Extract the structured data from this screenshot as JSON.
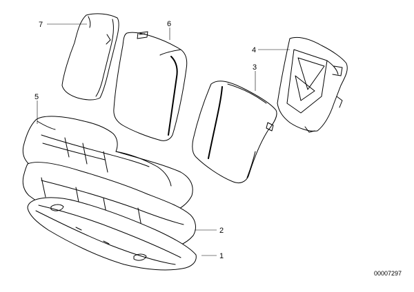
{
  "diagram": {
    "callouts": [
      {
        "id": "callout-1",
        "label": "1"
      },
      {
        "id": "callout-2",
        "label": "2"
      },
      {
        "id": "callout-3",
        "label": "3"
      },
      {
        "id": "callout-4",
        "label": "4"
      },
      {
        "id": "callout-5",
        "label": "5"
      },
      {
        "id": "callout-6",
        "label": "6"
      },
      {
        "id": "callout-7",
        "label": "7"
      }
    ],
    "drawing_id": "00007297"
  },
  "colors": {
    "line": "#000000",
    "background": "#ffffff"
  }
}
